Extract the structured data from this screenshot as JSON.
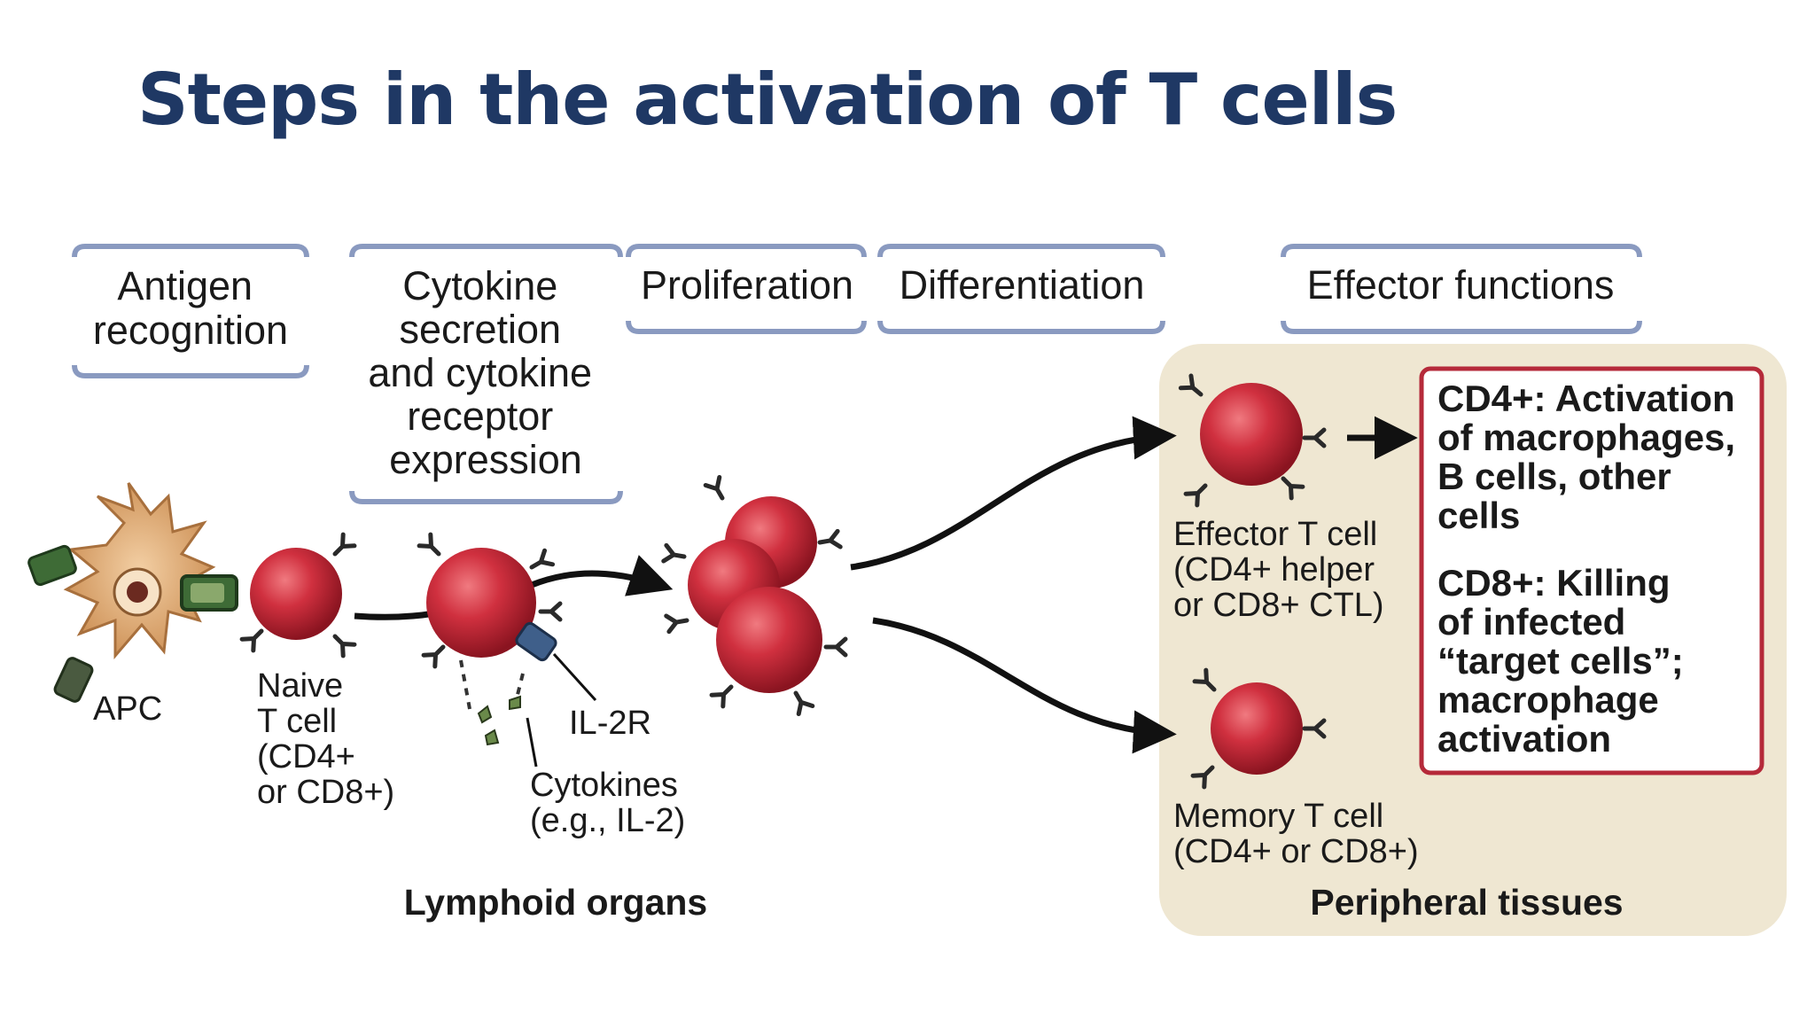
{
  "title": "Steps in the activation of T cells",
  "stages": {
    "antigen_recognition": [
      "Antigen",
      "recognition"
    ],
    "cytokine_secretion": [
      "Cytokine",
      "secretion",
      "and cytokine",
      "receptor",
      "expression"
    ],
    "proliferation": "Proliferation",
    "differentiation": "Differentiation",
    "effector_functions": "Effector functions"
  },
  "labels": {
    "apc": "APC",
    "naive": [
      "Naive",
      "T cell",
      "(CD4+",
      "or CD8+)"
    ],
    "il2r": "IL-2R",
    "cytokines": [
      "Cytokines",
      "(e.g., IL-2)"
    ],
    "effector": [
      "Effector T cell",
      "(CD4+ helper",
      "or CD8+ CTL)"
    ],
    "memory": [
      "Memory T cell",
      "(CD4+ or CD8+)"
    ]
  },
  "locations": {
    "lymphoid": "Lymphoid organs",
    "peripheral": "Peripheral tissues"
  },
  "effector_box": {
    "cd4": [
      "CD4+: Activation",
      "of macrophages,",
      "B cells, other",
      "cells"
    ],
    "cd8": [
      "CD8+: Killing",
      "of infected",
      "“target cells”;",
      "macrophage",
      "activation"
    ]
  },
  "colors": {
    "title": "#1f3864",
    "cell_red": "#c8283a",
    "box_border": "#b52a3a",
    "peripheral_bg": "#efe7d2",
    "apc_orange": "#d9a36b"
  }
}
